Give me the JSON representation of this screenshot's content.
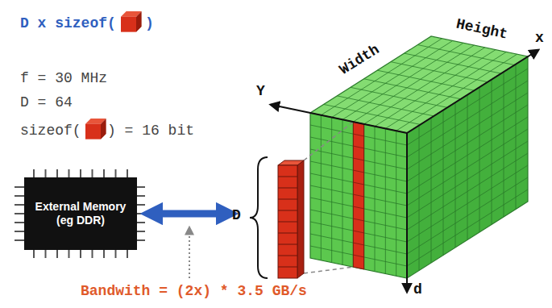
{
  "diagram": {
    "nodes": [
      {
        "text": [
          "External Memory (eg DDR)"
        ]
      }
    ],
    "labels": [
      "D x sizeof(",
      ")",
      "f = 30 MHz",
      "D = 64",
      "sizeof(",
      ") = 16 bit",
      "Width",
      "Height",
      "x",
      "Y",
      "D",
      "d",
      "Bandwith = (2x) * 3.5 GB/s"
    ]
  }
}
